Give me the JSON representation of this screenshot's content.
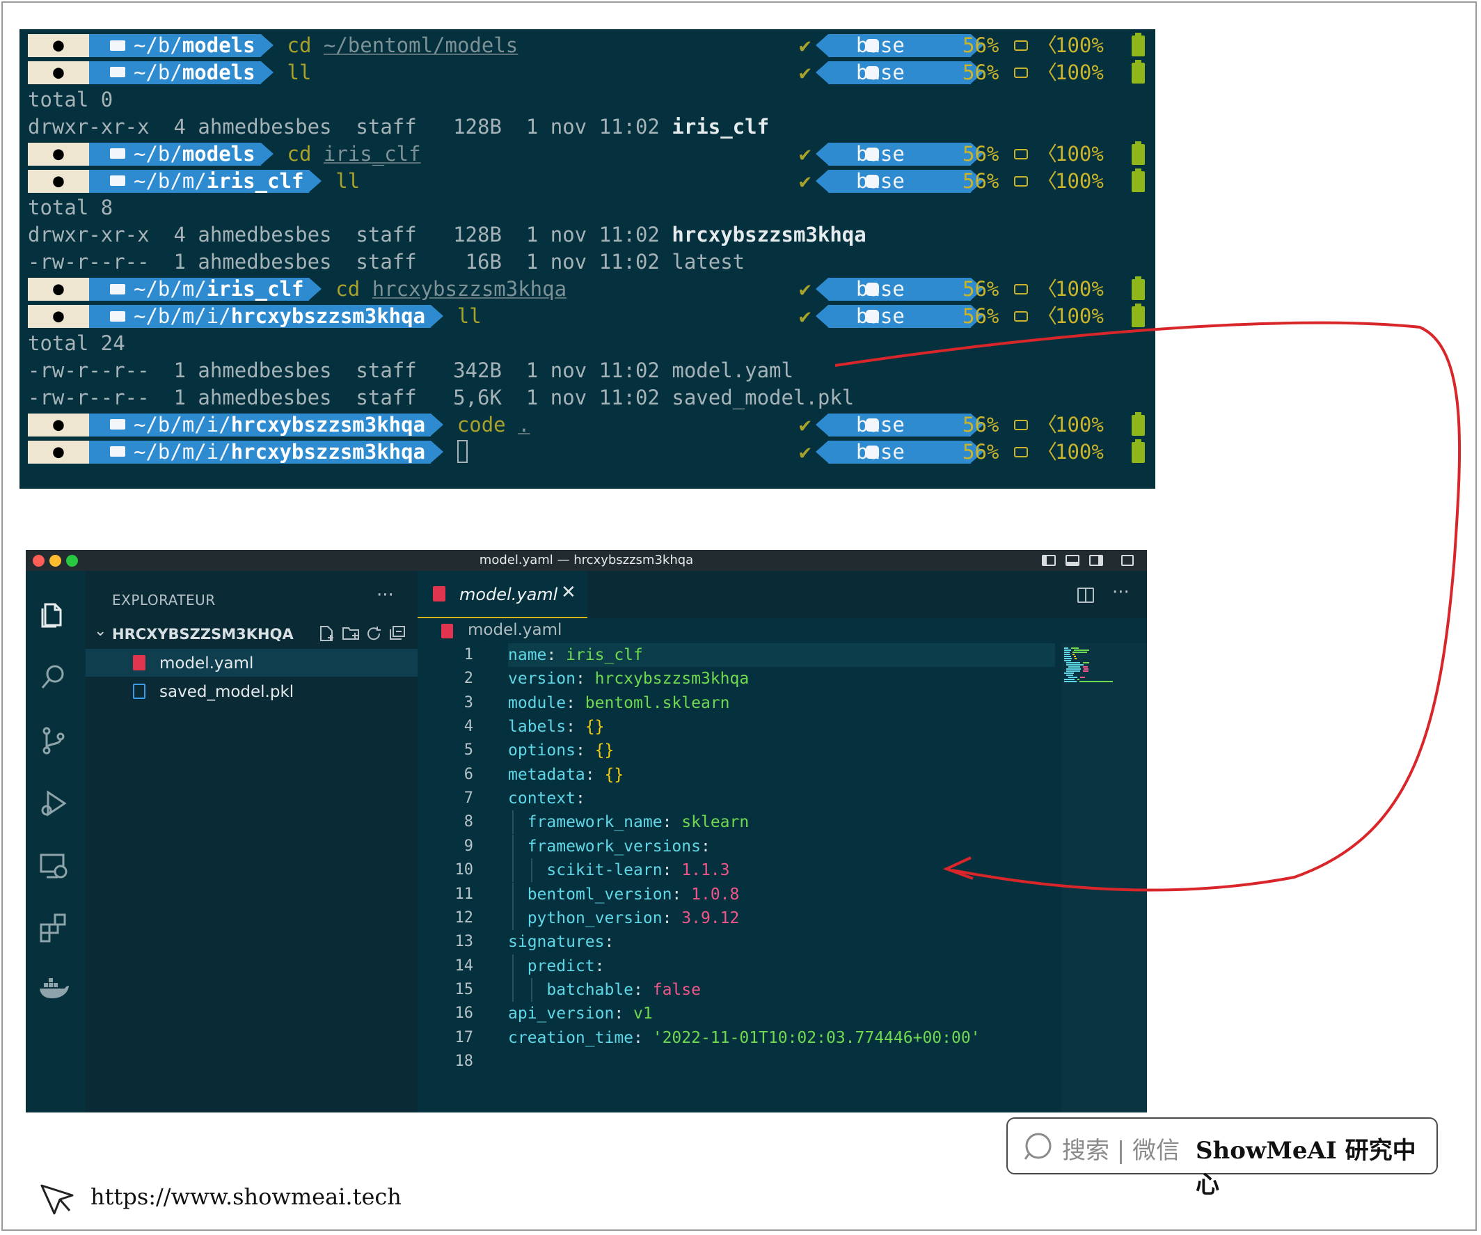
{
  "terminal": {
    "lines": [
      {
        "kind": "prompt",
        "path_prefix": "~/b/",
        "path_bold": "models",
        "cmd": "cd",
        "arg": "~/bentoml/models",
        "right": {
          "check": "✔",
          "env": "base",
          "cpu": "56%",
          "sep": "〈",
          "battery": "100%"
        }
      },
      {
        "kind": "prompt",
        "path_prefix": "~/b/",
        "path_bold": "models",
        "cmd": "ll",
        "arg": "",
        "right": {
          "check": "✔",
          "env": "base",
          "cpu": "56%",
          "sep": "〈",
          "battery": "100%"
        }
      },
      {
        "kind": "text",
        "text": "total 0"
      },
      {
        "kind": "ls",
        "meta": "drwxr-xr-x  4 ahmedbesbes  staff   128B  1 nov 11:02 ",
        "name": "iris_clf",
        "bold": true
      },
      {
        "kind": "prompt",
        "path_prefix": "~/b/",
        "path_bold": "models",
        "cmd": "cd",
        "arg": "iris_clf",
        "right": {
          "check": "✔",
          "env": "base",
          "cpu": "56%",
          "sep": "〈",
          "battery": "100%"
        }
      },
      {
        "kind": "prompt",
        "path_prefix": "~/b/m/",
        "path_bold": "iris_clf",
        "cmd": "ll",
        "arg": "",
        "right": {
          "check": "✔",
          "env": "base",
          "cpu": "56%",
          "sep": "〈",
          "battery": "100%"
        }
      },
      {
        "kind": "text",
        "text": "total 8"
      },
      {
        "kind": "ls",
        "meta": "drwxr-xr-x  4 ahmedbesbes  staff   128B  1 nov 11:02 ",
        "name": "hrcxybszzsm3khqa",
        "bold": true
      },
      {
        "kind": "ls",
        "meta": "-rw-r--r--  1 ahmedbesbes  staff    16B  1 nov 11:02 ",
        "name": "latest",
        "bold": false
      },
      {
        "kind": "prompt",
        "path_prefix": "~/b/m/",
        "path_bold": "iris_clf",
        "cmd": "cd",
        "arg": "hrcxybszzsm3khqa",
        "right": {
          "check": "✔",
          "env": "base",
          "cpu": "56%",
          "sep": "〈",
          "battery": "100%"
        }
      },
      {
        "kind": "prompt",
        "path_prefix": "~/b/m/i/",
        "path_bold": "hrcxybszzsm3khqa",
        "cmd": "ll",
        "arg": "",
        "right": {
          "check": "✔",
          "env": "base",
          "cpu": "56%",
          "sep": "〈",
          "battery": "100%"
        }
      },
      {
        "kind": "text",
        "text": "total 24"
      },
      {
        "kind": "ls",
        "meta": "-rw-r--r--  1 ahmedbesbes  staff   342B  1 nov 11:02 ",
        "name": "model.yaml",
        "bold": false
      },
      {
        "kind": "ls",
        "meta": "-rw-r--r--  1 ahmedbesbes  staff   5,6K  1 nov 11:02 ",
        "name": "saved_model.pkl",
        "bold": false
      },
      {
        "kind": "prompt",
        "path_prefix": "~/b/m/i/",
        "path_bold": "hrcxybszzsm3khqa",
        "cmd": "code",
        "arg": ".",
        "right": {
          "check": "✔",
          "env": "base",
          "cpu": "56%",
          "sep": "〈",
          "battery": "100%"
        }
      },
      {
        "kind": "prompt",
        "path_prefix": "~/b/m/i/",
        "path_bold": "hrcxybszzsm3khqa",
        "cmd": "",
        "arg": "",
        "cursor": true,
        "right": {
          "check": "✔",
          "env": "base",
          "cpu": "56%",
          "sep": "〈",
          "battery": "100%"
        }
      }
    ]
  },
  "vscode": {
    "window_title": "model.yaml — hrcxybszzsm3khqa",
    "sidebar": {
      "title": "EXPLORATEUR",
      "more": "···",
      "folder": "HRCXYBSZZSM3KHQA",
      "files": [
        {
          "name": "model.yaml",
          "type": "yaml",
          "selected": true
        },
        {
          "name": "saved_model.pkl",
          "type": "file",
          "selected": false
        }
      ]
    },
    "tab": {
      "label": "model.yaml",
      "close": "✕"
    },
    "editor_more": "···",
    "breadcrumb": "model.yaml",
    "lines": [
      {
        "n": "1",
        "indent": 0,
        "key": "name",
        "colon": ": ",
        "val": "iris_clf",
        "vt": "s"
      },
      {
        "n": "2",
        "indent": 0,
        "key": "version",
        "colon": ": ",
        "val": "hrcxybszzsm3khqa",
        "vt": "s"
      },
      {
        "n": "3",
        "indent": 0,
        "key": "module",
        "colon": ": ",
        "val": "bentoml.sklearn",
        "vt": "s"
      },
      {
        "n": "4",
        "indent": 0,
        "key": "labels",
        "colon": ": ",
        "val": "{}",
        "vt": "b"
      },
      {
        "n": "5",
        "indent": 0,
        "key": "options",
        "colon": ": ",
        "val": "{}",
        "vt": "b"
      },
      {
        "n": "6",
        "indent": 0,
        "key": "metadata",
        "colon": ": ",
        "val": "{}",
        "vt": "b"
      },
      {
        "n": "7",
        "indent": 0,
        "key": "context",
        "colon": ":",
        "val": "",
        "vt": "s"
      },
      {
        "n": "8",
        "indent": 1,
        "key": "framework_name",
        "colon": ": ",
        "val": "sklearn",
        "vt": "s"
      },
      {
        "n": "9",
        "indent": 1,
        "key": "framework_versions",
        "colon": ":",
        "val": "",
        "vt": "s"
      },
      {
        "n": "10",
        "indent": 2,
        "key": "scikit-learn",
        "colon": ": ",
        "val": "1.1.3",
        "vt": "n"
      },
      {
        "n": "11",
        "indent": 1,
        "key": "bentoml_version",
        "colon": ": ",
        "val": "1.0.8",
        "vt": "n"
      },
      {
        "n": "12",
        "indent": 1,
        "key": "python_version",
        "colon": ": ",
        "val": "3.9.12",
        "vt": "n"
      },
      {
        "n": "13",
        "indent": 0,
        "key": "signatures",
        "colon": ":",
        "val": "",
        "vt": "s"
      },
      {
        "n": "14",
        "indent": 1,
        "key": "predict",
        "colon": ":",
        "val": "",
        "vt": "s"
      },
      {
        "n": "15",
        "indent": 2,
        "key": "batchable",
        "colon": ": ",
        "val": "false",
        "vt": "n"
      },
      {
        "n": "16",
        "indent": 0,
        "key": "api_version",
        "colon": ": ",
        "val": "v1",
        "vt": "s"
      },
      {
        "n": "17",
        "indent": 0,
        "key": "creation_time",
        "colon": ": ",
        "val": "'2022-11-01T10:02:03.774446+00:00'",
        "vt": "s"
      },
      {
        "n": "18",
        "indent": 0,
        "key": "",
        "colon": "",
        "val": "",
        "vt": "s"
      }
    ]
  },
  "footer": {
    "badge_search": "搜索 | 微信",
    "badge_brand": "ShowMeAI 研究中心",
    "url": "https://www.showmeai.tech"
  },
  "colors": {
    "terminal_bg": "#05303d",
    "prompt_blue": "#2f8bd0",
    "apple_segment": "#eee6d0",
    "cmd_yellow": "#a8a22a",
    "arrow_red": "#d8262a",
    "yaml_key": "#5fd7e7",
    "yaml_string": "#6fd94f",
    "yaml_number": "#f0568b",
    "yaml_brace": "#f1cc15"
  }
}
